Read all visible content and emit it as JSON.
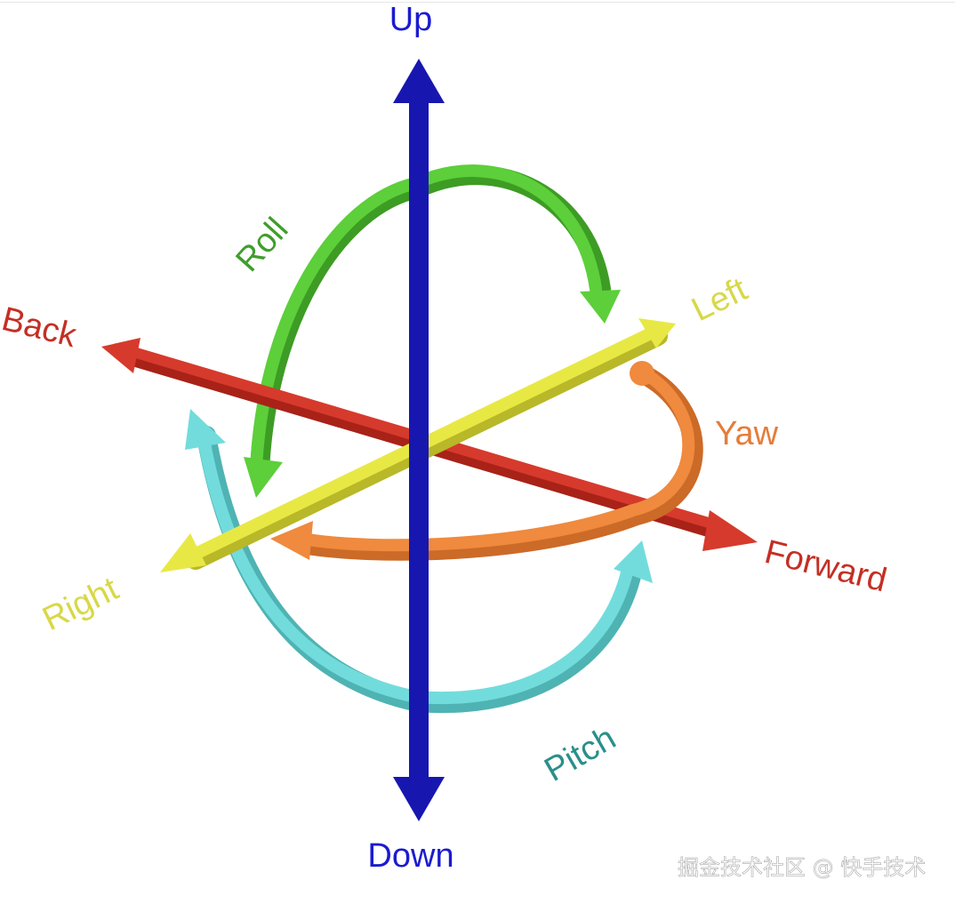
{
  "labels": {
    "up": "Up",
    "down": "Down",
    "back": "Back",
    "forward": "Forward",
    "left": "Left",
    "right": "Right",
    "roll": "Roll",
    "yaw": "Yaw",
    "pitch": "Pitch"
  },
  "watermark": "掘金技术社区 @ 快手技术",
  "colors": {
    "up_down": "#1717b0",
    "back_forward": "#d63a2c",
    "back_forward_dark": "#a82218",
    "left_right": "#e8e845",
    "left_right_dark": "#b8b828",
    "roll": "#5ccf3a",
    "roll_dark": "#3d9c24",
    "yaw": "#ef8a3e",
    "yaw_dark": "#cc6a28",
    "pitch": "#72dcdc",
    "pitch_dark": "#4fb3b3",
    "up_down_text": "#1b1bd0",
    "back_forward_text": "#c42f24",
    "left_right_text": "#d8d848",
    "roll_text": "#3f9e2b",
    "yaw_text": "#e57c3a",
    "pitch_text": "#2a8f8a",
    "watermark_text": "#ffffff"
  }
}
